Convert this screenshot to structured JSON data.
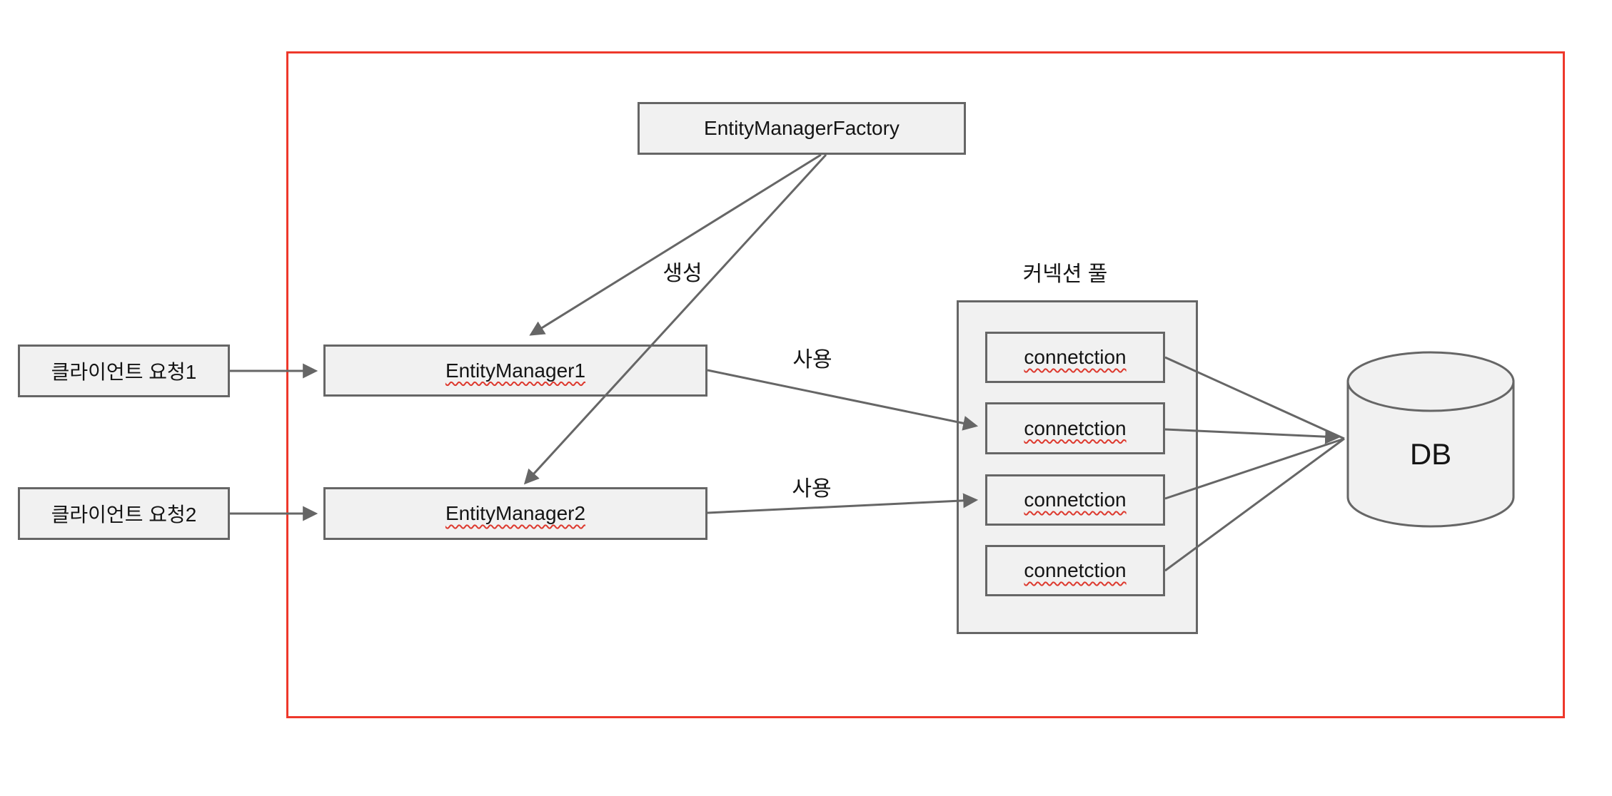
{
  "colors": {
    "boundary_red": "#ee382b",
    "shape_fill": "#f1f1f1",
    "shape_border": "#666666",
    "edge_line": "#666666",
    "text": "#141414",
    "spellcheck_squiggle": "#dd392e"
  },
  "nodes": {
    "factory": {
      "label": "EntityManagerFactory"
    },
    "client1": {
      "label": "클라이언트 요청1"
    },
    "client2": {
      "label": "클라이언트 요청2"
    },
    "em1": {
      "label": "EntityManager1"
    },
    "em2": {
      "label": "EntityManager2"
    },
    "db": {
      "label": "DB"
    }
  },
  "pool": {
    "title": "커넥션 풀",
    "connections": [
      {
        "label": "connetction"
      },
      {
        "label": "connetction"
      },
      {
        "label": "connetction"
      },
      {
        "label": "connetction"
      }
    ]
  },
  "edge_labels": {
    "create": "생성",
    "use_em1": "사용",
    "use_em2": "사용"
  }
}
